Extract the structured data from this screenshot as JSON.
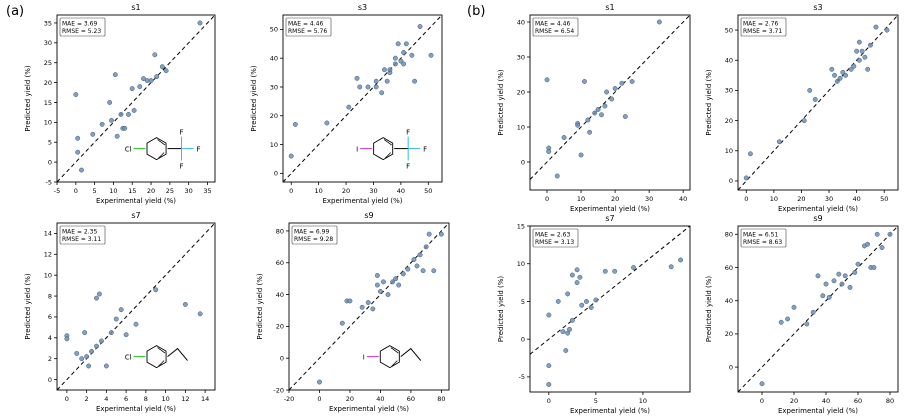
{
  "panels": [
    {
      "label": "(a)"
    },
    {
      "label": "(b)"
    }
  ],
  "chart_data": [
    {
      "type": "scatter",
      "panel": "(a)",
      "title": "s1",
      "xlabel": "Experimental yield (%)",
      "ylabel": "Predicted yield (%)",
      "xlim": [
        -5,
        37
      ],
      "ylim": [
        -5,
        37
      ],
      "xticks": [
        -5,
        0,
        5,
        10,
        15,
        20,
        25,
        30,
        35
      ],
      "yticks": [
        -5,
        0,
        5,
        10,
        15,
        20,
        25,
        30,
        35
      ],
      "metrics": [
        "MAE = 3.69",
        "RMSE = 5.23"
      ],
      "molecule": {
        "halogen": "Cl",
        "substituent": "CF3",
        "halogen_color": "#22cc22",
        "substituent_color": "#33bbdd",
        "atoms": [
          "Cl",
          "F",
          "F",
          "F"
        ]
      },
      "x": [
        0,
        0.5,
        0.5,
        1.5,
        4.5,
        7,
        9,
        9.5,
        10.5,
        11,
        12,
        12.5,
        13,
        14,
        15,
        15.5,
        17,
        18,
        19,
        20,
        21,
        21.5,
        23,
        24,
        33
      ],
      "y": [
        17,
        6,
        2.5,
        -2,
        7,
        9.5,
        15,
        10.5,
        22,
        6.5,
        12,
        8.5,
        8.5,
        12,
        18.5,
        13,
        19,
        21,
        20.5,
        20.5,
        27,
        21.5,
        24,
        23,
        35
      ]
    },
    {
      "type": "scatter",
      "panel": "(a)",
      "title": "s3",
      "xlabel": "Experimental yield (%)",
      "ylabel": "Predicted yield (%)",
      "xlim": [
        -3,
        55
      ],
      "ylim": [
        -3,
        55
      ],
      "xticks": [
        0,
        10,
        20,
        30,
        40,
        50
      ],
      "yticks": [
        0,
        10,
        20,
        30,
        40,
        50
      ],
      "metrics": [
        "MAE = 4.46",
        "RMSE = 5.76"
      ],
      "molecule": {
        "halogen": "I",
        "substituent": "CF3",
        "halogen_color": "#cc33cc",
        "substituent_color": "#33bbdd",
        "atoms": [
          "I",
          "F",
          "F",
          "F"
        ]
      },
      "x": [
        0,
        1.5,
        13,
        21,
        24,
        25,
        28,
        31,
        31,
        33,
        34,
        35,
        36,
        36,
        38,
        38,
        39,
        40,
        41,
        41,
        42,
        44,
        45,
        47,
        51
      ],
      "y": [
        6,
        17,
        17.5,
        23,
        33,
        30,
        30,
        32,
        30,
        28,
        36,
        32,
        35,
        36,
        40,
        38,
        45,
        39,
        38,
        42,
        45,
        41,
        32,
        51,
        41
      ]
    },
    {
      "type": "scatter",
      "panel": "(a)",
      "title": "s7",
      "xlabel": "Experimental yield (%)",
      "ylabel": "Predicted yield (%)",
      "xlim": [
        -1,
        15
      ],
      "ylim": [
        -1,
        15
      ],
      "xticks": [
        0,
        2,
        4,
        6,
        8,
        10,
        12,
        14
      ],
      "yticks": [
        0,
        2,
        4,
        6,
        8,
        10,
        12,
        14
      ],
      "metrics": [
        "MAE = 2.35",
        "RMSE = 3.11"
      ],
      "molecule": {
        "halogen": "Cl",
        "substituent": "ethyl",
        "halogen_color": "#22cc22",
        "atoms": [
          "Cl"
        ]
      },
      "x": [
        0,
        0,
        1,
        1.5,
        1.8,
        2,
        2.2,
        2.5,
        3,
        3,
        3.3,
        3.5,
        4,
        4.5,
        5,
        5.5,
        6,
        7,
        9,
        12,
        13.5
      ],
      "y": [
        4.2,
        3.9,
        2.5,
        2,
        4.5,
        2.2,
        1.3,
        2.7,
        3.2,
        7.8,
        8.2,
        3.7,
        1.3,
        4.5,
        5.8,
        6.7,
        4.3,
        5.3,
        8.6,
        7.2,
        6.3
      ]
    },
    {
      "type": "scatter",
      "panel": "(a)",
      "title": "s9",
      "xlabel": "Experimental yield (%)",
      "ylabel": "Predicted yield (%)",
      "xlim": [
        -20,
        85
      ],
      "ylim": [
        -20,
        85
      ],
      "xticks": [
        -20,
        0,
        20,
        40,
        60,
        80
      ],
      "yticks": [
        -20,
        0,
        20,
        40,
        60,
        80
      ],
      "metrics": [
        "MAE = 6.99",
        "RMSE = 9.28"
      ],
      "molecule": {
        "halogen": "I",
        "substituent": "ethyl",
        "halogen_color": "#cc33cc",
        "atoms": [
          "I"
        ]
      },
      "x": [
        0,
        15,
        18,
        20,
        28,
        32,
        35,
        38,
        38,
        40,
        42,
        45,
        48,
        50,
        52,
        55,
        58,
        62,
        64,
        66,
        68,
        70,
        72,
        75,
        80
      ],
      "y": [
        -15,
        22,
        36,
        36,
        32,
        35,
        31,
        46,
        52,
        42,
        48,
        40,
        48,
        50,
        46,
        53,
        56,
        62,
        58,
        65,
        55,
        70,
        78,
        55,
        78
      ]
    },
    {
      "type": "scatter",
      "panel": "(b)",
      "title": "s1",
      "xlabel": "Experimental yield (%)",
      "ylabel": "Predicted yield (%)",
      "xlim": [
        -5,
        42
      ],
      "ylim": [
        -8,
        42
      ],
      "xticks": [
        0,
        10,
        20,
        30,
        40
      ],
      "yticks": [
        0,
        10,
        20,
        30,
        40
      ],
      "metrics": [
        "MAE = 4.46",
        "RMSE = 6.54"
      ],
      "x": [
        0,
        0.5,
        0.5,
        3,
        5,
        9,
        9,
        10,
        11,
        12,
        12.5,
        14,
        15,
        16,
        17,
        17.5,
        19,
        20,
        22,
        23,
        25,
        33
      ],
      "y": [
        23.5,
        4,
        3,
        -4,
        7,
        11,
        10.5,
        2,
        23,
        12,
        8.5,
        14,
        15,
        13.5,
        16,
        20,
        18,
        21,
        22.5,
        13,
        23,
        40
      ]
    },
    {
      "type": "scatter",
      "panel": "(b)",
      "title": "s3",
      "xlabel": "Experimental yield (%)",
      "ylabel": "Predicted yield (%)",
      "xlim": [
        -3,
        55
      ],
      "ylim": [
        -3,
        55
      ],
      "xticks": [
        0,
        10,
        20,
        30,
        40,
        50
      ],
      "yticks": [
        0,
        10,
        20,
        30,
        40,
        50
      ],
      "metrics": [
        "MAE = 2.76",
        "RMSE = 3.71"
      ],
      "x": [
        0,
        1.5,
        12,
        21,
        23,
        25,
        31,
        32,
        33,
        34,
        35,
        36,
        38,
        39,
        40,
        41,
        41,
        42,
        43,
        44,
        45,
        47,
        51
      ],
      "y": [
        1,
        9,
        13,
        20,
        30,
        27,
        37,
        35,
        33,
        34,
        36,
        35,
        37,
        38,
        43,
        46,
        40,
        43,
        41,
        37,
        45,
        51,
        50
      ]
    },
    {
      "type": "scatter",
      "panel": "(b)",
      "title": "s7",
      "xlabel": "Experimental yield (%)",
      "ylabel": "Predicted yield (%)",
      "xlim": [
        -2,
        15
      ],
      "ylim": [
        -7,
        15
      ],
      "xticks": [
        0,
        5,
        10
      ],
      "yticks": [
        -5,
        0,
        5,
        10,
        15
      ],
      "metrics": [
        "MAE = 2.63",
        "RMSE = 3.13"
      ],
      "x": [
        0,
        0,
        0,
        1,
        1.5,
        1.8,
        2,
        2,
        2.2,
        2.5,
        2.5,
        3,
        3,
        3.3,
        3.5,
        4,
        4.5,
        5,
        6,
        7,
        9,
        13,
        14
      ],
      "y": [
        3.2,
        -3.5,
        -6,
        5,
        1,
        -1.5,
        0.8,
        6,
        1.3,
        2.5,
        8.5,
        9.2,
        7.5,
        8.2,
        4.5,
        5,
        4.2,
        5.2,
        9,
        9,
        9.5,
        9.6,
        10.5
      ]
    },
    {
      "type": "scatter",
      "panel": "(b)",
      "title": "s9",
      "xlabel": "Experimental yield (%)",
      "ylabel": "Predicted yield (%)",
      "xlim": [
        -15,
        85
      ],
      "ylim": [
        -15,
        85
      ],
      "xticks": [
        0,
        20,
        40,
        60,
        80
      ],
      "yticks": [
        0,
        20,
        40,
        60,
        80
      ],
      "metrics": [
        "MAE = 6.51",
        "RMSE = 8.63"
      ],
      "x": [
        0,
        12,
        16,
        20,
        28,
        32,
        35,
        38,
        40,
        42,
        45,
        48,
        50,
        52,
        55,
        58,
        60,
        64,
        66,
        68,
        70,
        72,
        75,
        80
      ],
      "y": [
        -10,
        27,
        29,
        36,
        26,
        33,
        55,
        43,
        50,
        42,
        52,
        56,
        50,
        55,
        48,
        57,
        62,
        73,
        74,
        60,
        60,
        80,
        72,
        80
      ]
    }
  ]
}
